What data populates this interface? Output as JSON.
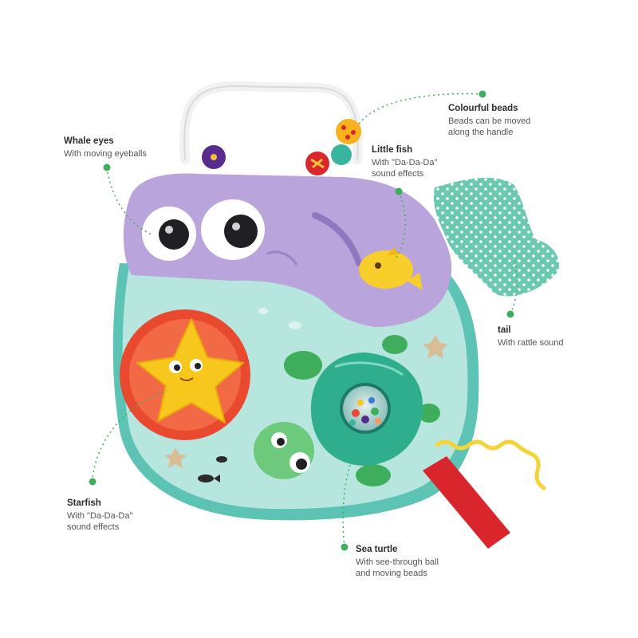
{
  "callouts": {
    "whale_eyes": {
      "title": "Whale eyes",
      "desc": [
        "With moving eyeballs"
      ]
    },
    "colourful_beads": {
      "title": "Colourful beads",
      "desc": [
        "Beads can be moved",
        "along the handle"
      ]
    },
    "little_fish": {
      "title": "Little fish",
      "desc": [
        "With \"Da-Da-Da\"",
        "sound effects"
      ]
    },
    "tail": {
      "title": "tail",
      "desc": [
        "With rattle sound"
      ]
    },
    "starfish": {
      "title": "Starfish",
      "desc": [
        "With \"Da-Da-Da\"",
        "sound effects"
      ]
    },
    "sea_turtle": {
      "title": "Sea turtle",
      "desc": [
        "With see-through ball",
        "and moving beads"
      ]
    }
  },
  "colors": {
    "whale_purple": "#b9a4dc",
    "body_mint": "#b7e6df",
    "trim_teal": "#5cc3b5",
    "tail_teal": "#6bc9b2",
    "starfish_yellow": "#f7c71e",
    "starfish_disc": "#f05a3a",
    "turtle_green": "#2fae8e",
    "fish_yellow": "#f8cf2a",
    "callout_green": "#3fae5c",
    "ribbon_red": "#d9262c",
    "ricrac_yellow": "#f4d43a"
  }
}
